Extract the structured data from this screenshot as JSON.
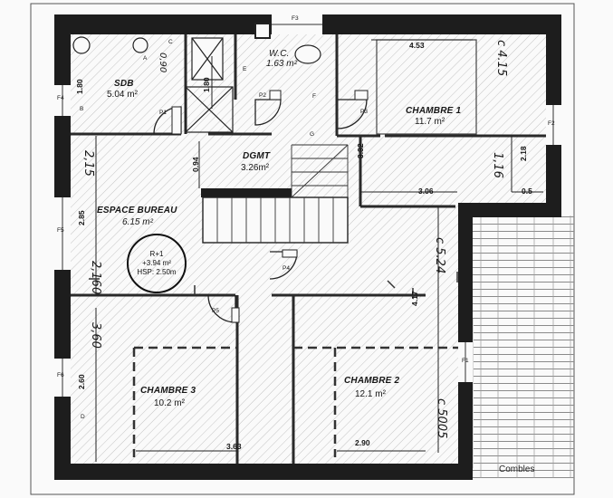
{
  "rooms": {
    "sdb": {
      "name": "SDB",
      "area": "5.04 m²"
    },
    "wc": {
      "name": "W.C.",
      "area": "1.63 m²"
    },
    "chambre1": {
      "name": "CHAMBRE 1",
      "area": "11.7 m²"
    },
    "dgmt": {
      "name": "DGMT",
      "area": "3.26m²"
    },
    "bureau": {
      "name": "ESPACE BUREAU",
      "area": "6.15 m²"
    },
    "chambre3": {
      "name": "CHAMBRE 3",
      "area": "10.2 m²"
    },
    "chambre2": {
      "name": "CHAMBRE 2",
      "area": "12.1 m²"
    },
    "combles": "Combles"
  },
  "r1": {
    "level": "R+1",
    "area": "+3.94 m²",
    "hsp": "HSP: 2.50m"
  },
  "dimensions": {
    "d306": "3.06",
    "d05": "0.5",
    "d363": "3.63",
    "d290": "2.90",
    "d453": "4.53",
    "d180": "1.80",
    "d180b": "1.80",
    "d332": "3.32",
    "d218": "2.18",
    "d094": "0.94",
    "d285": "2.85",
    "d260": "2.60",
    "d417": "4.17"
  },
  "handwritten": {
    "h_c415": "c 4.15",
    "h_116": "1,16",
    "h_c524": "c 5.24",
    "h_2115": "2,15",
    "h_2160": "2,160",
    "h_360": "3,60",
    "h_c5005": "c 5005",
    "h_090": "0,90"
  },
  "tags": {
    "f1": "F1",
    "f2": "F2",
    "f3": "F3",
    "f4": "F4",
    "f5": "F5",
    "f6": "F6",
    "p1": "P1",
    "p2": "P2",
    "p3": "P3",
    "p4": "P4",
    "p5": "P5",
    "a": "A",
    "b": "B",
    "c": "C",
    "d": "D",
    "e": "E",
    "f": "F",
    "g": "G"
  }
}
